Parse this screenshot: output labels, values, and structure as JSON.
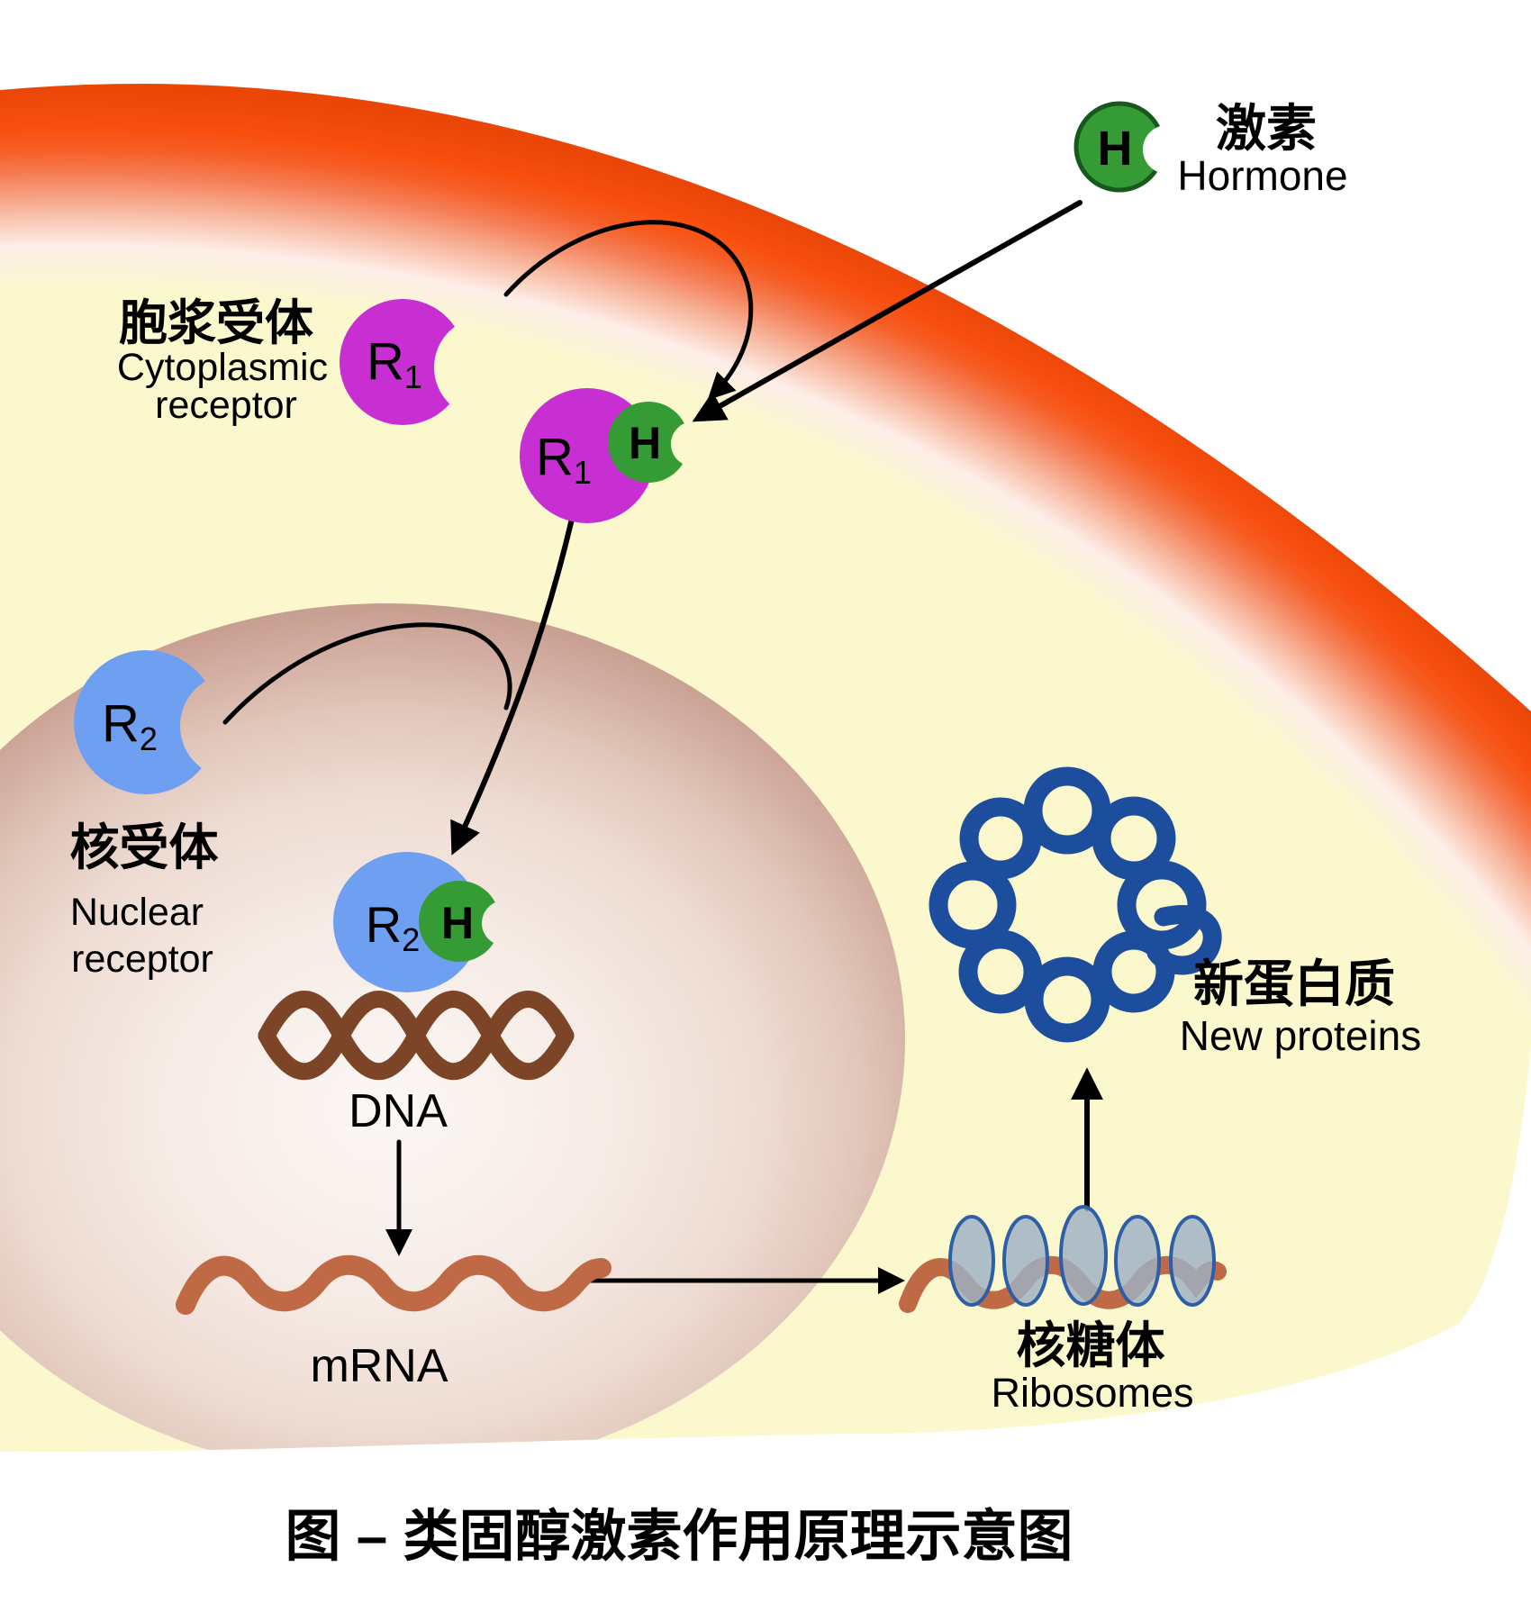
{
  "hormone": {
    "zh": "激素",
    "en": "Hormone",
    "symbol": "H"
  },
  "cytoplasmic_receptor": {
    "zh": "胞浆受体",
    "en_line1": "Cytoplasmic",
    "en_line2": "receptor",
    "symbol": "R",
    "symbol_sub": "1"
  },
  "nuclear_receptor": {
    "zh": "核受体",
    "en_line1": "Nuclear",
    "en_line2": "receptor",
    "symbol": "R",
    "symbol_sub": "2"
  },
  "dna_label": "DNA",
  "mrna_label": "mRNA",
  "ribosomes": {
    "zh": "核糖体",
    "en": "Ribosomes"
  },
  "new_proteins": {
    "zh": "新蛋白质",
    "en": "New proteins"
  },
  "caption": "图 – 类固醇激素作用原理示意图",
  "colors": {
    "membrane_orange": "#f84e0e",
    "cytoplasm_yellow": "#fbf8cd",
    "nucleus_rim": "#bf9488",
    "hormone_green": "#359b35",
    "hormone_outline": "#17591d",
    "receptor_magenta": "#c72fd3",
    "receptor_blue": "#6f9ff0",
    "dna_brown": "#7d4527",
    "mrna_rust": "#c06a45",
    "ribosome_fill": "#9db1c5",
    "ribosome_outline": "#2d5ea6",
    "protein_blue": "#1d4e9e",
    "arrow_black": "#000000"
  }
}
